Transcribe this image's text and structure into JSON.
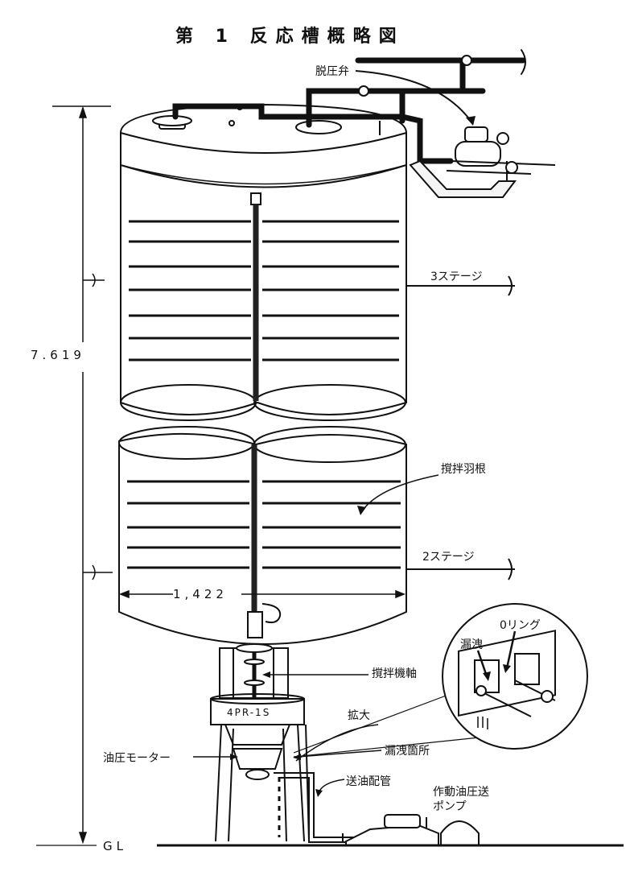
{
  "title": "第 1 反応槽概略図",
  "labels": {
    "relief_valve": "脱圧弁",
    "stage3": "3ステージ",
    "stage2": "2ステージ",
    "blade": "撹拌羽根",
    "height_dim": "7.619",
    "diameter_dim": "1,422",
    "o_ring": "0リング",
    "leak": "漏洩",
    "shaft": "撹拌機軸",
    "enlarge": "拡大",
    "leak_point": "漏洩箇所",
    "hydraulic_motor": "油圧モーター",
    "oil_pipe": "送油配管",
    "pump_line1": "作動油圧送",
    "pump_line2": "ポンプ",
    "motor_model": "4PR-1S",
    "ground": "GL"
  }
}
